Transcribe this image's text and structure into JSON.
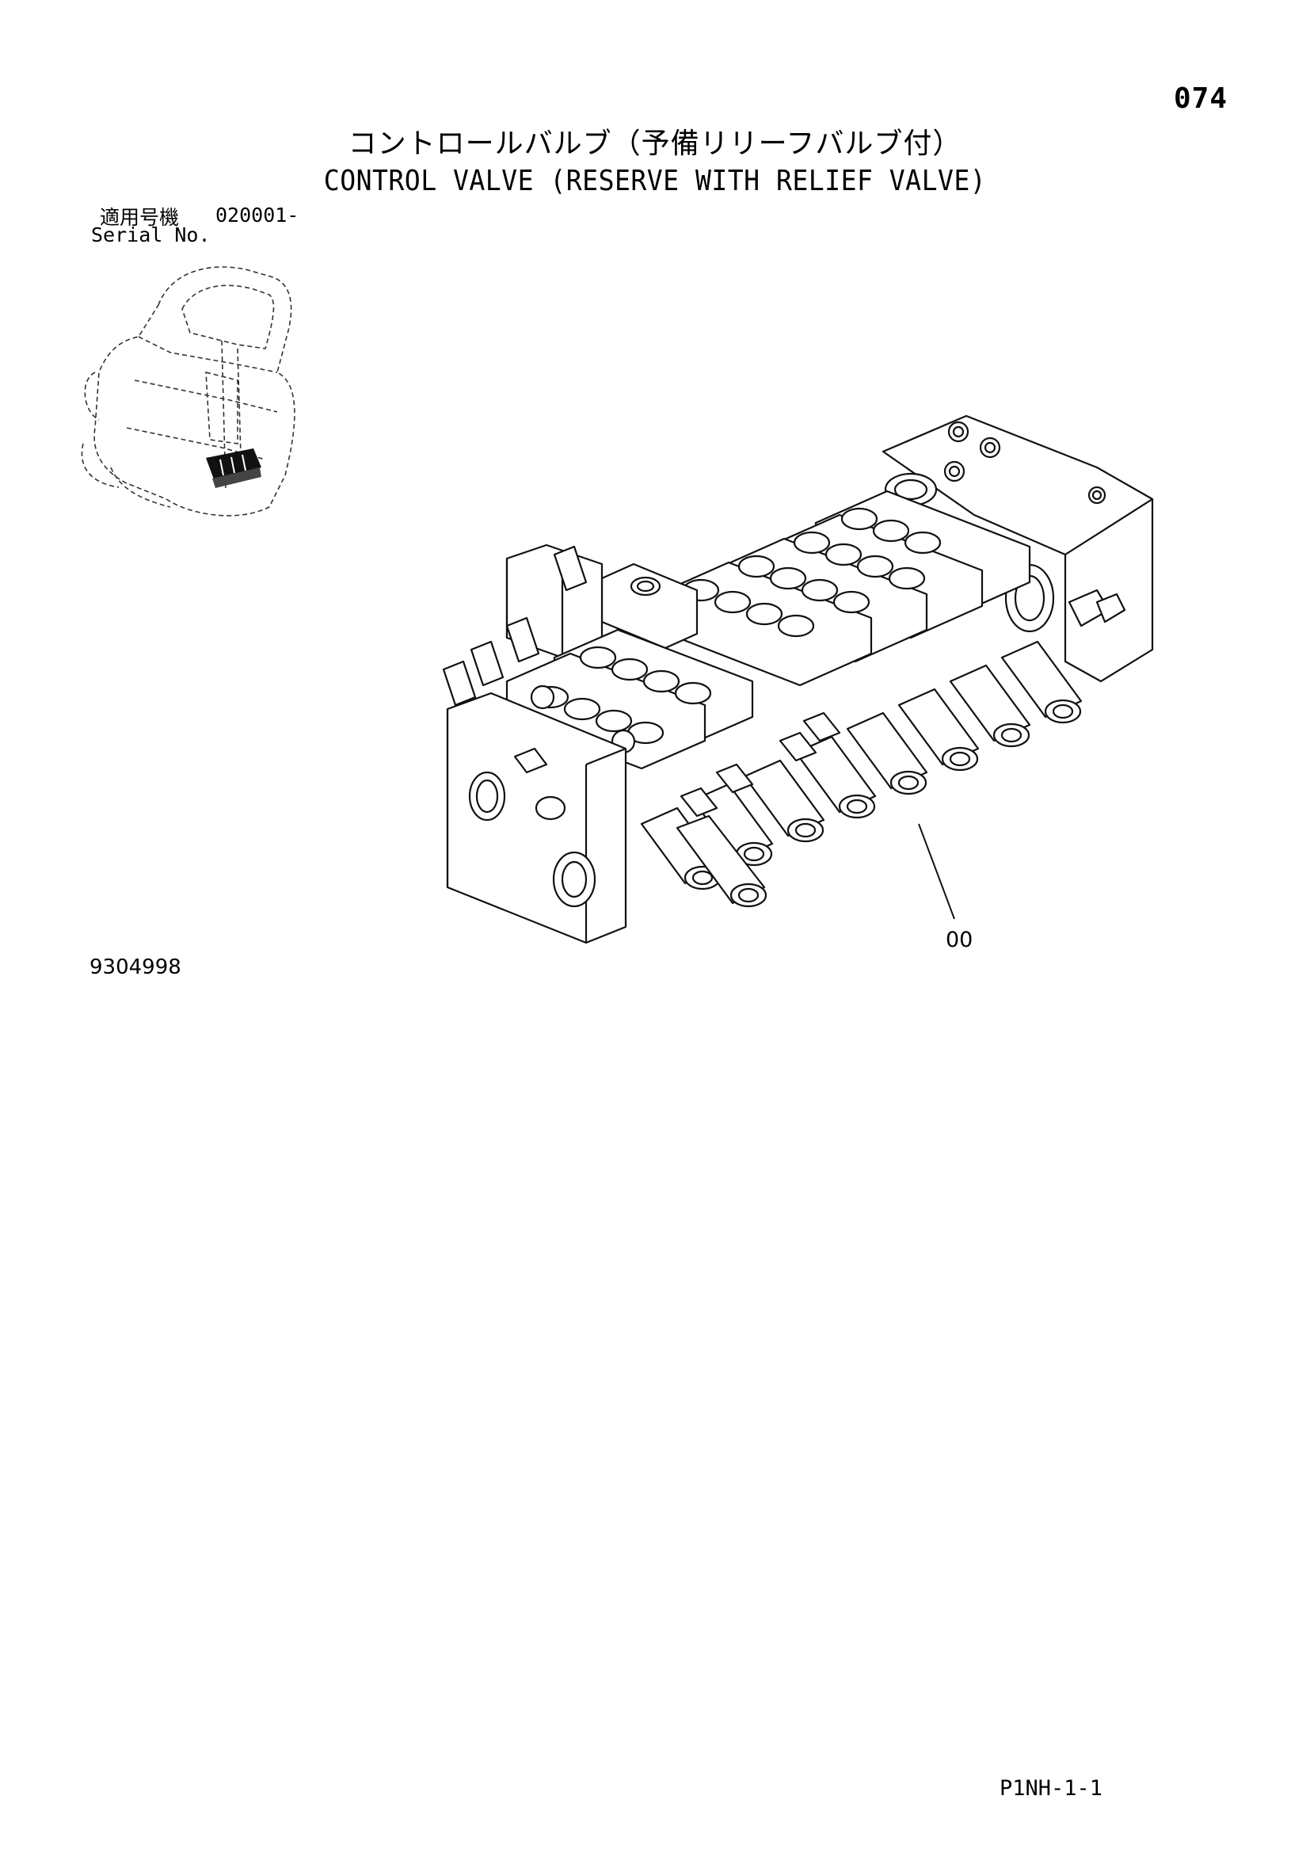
{
  "header": {
    "page_number": "074",
    "title_jp": "コントロールバルブ（予備リリーフバルブ付）",
    "title_en": "CONTROL VALVE (RESERVE WITH RELIEF VALVE)"
  },
  "serial": {
    "label_jp": "適用号機",
    "range": "020001-",
    "label_en": "Serial No."
  },
  "drawing": {
    "callout_label": "00",
    "drawing_number": "9304998"
  },
  "footer": {
    "page_code": "P1NH-1-1"
  }
}
